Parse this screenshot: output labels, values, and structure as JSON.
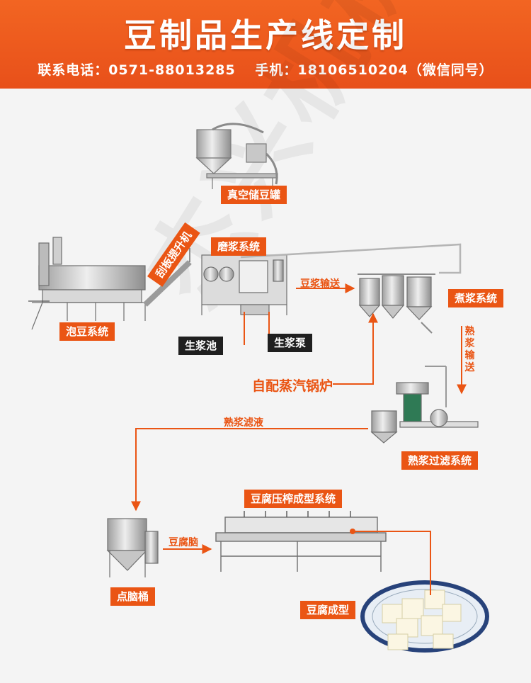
{
  "header": {
    "title": "豆制品生产线定制",
    "phone_label": "联系电话：0571-88013285",
    "mobile_label": "手机：18106510204（微信同号）"
  },
  "watermark": "杰兴机械",
  "labels": {
    "vacuum_tank": "真空储豆罐",
    "soak_system": "泡豆系统",
    "scraper_elevator": "刮板提升机",
    "grinding_system": "磨浆系统",
    "raw_pulp_tank": "生浆池",
    "raw_pulp_pump": "生浆泵",
    "boiling_system": "煮浆系统",
    "filter_system": "熟浆过滤系统",
    "curd_bucket": "点脑桶",
    "press_system": "豆腐压榨成型系统",
    "tofu_formed": "豆腐成型"
  },
  "flow": {
    "pulp_transport": "豆浆输送",
    "cooked_transport": "熟浆输送",
    "steam_boiler": "自配蒸汽锅炉",
    "cooked_filtrate": "熟浆滤液",
    "tofu_curd": "豆腐脑"
  },
  "colors": {
    "accent": "#ea5514",
    "dark": "#1f1f1f",
    "metal": "#c9c9c9"
  }
}
